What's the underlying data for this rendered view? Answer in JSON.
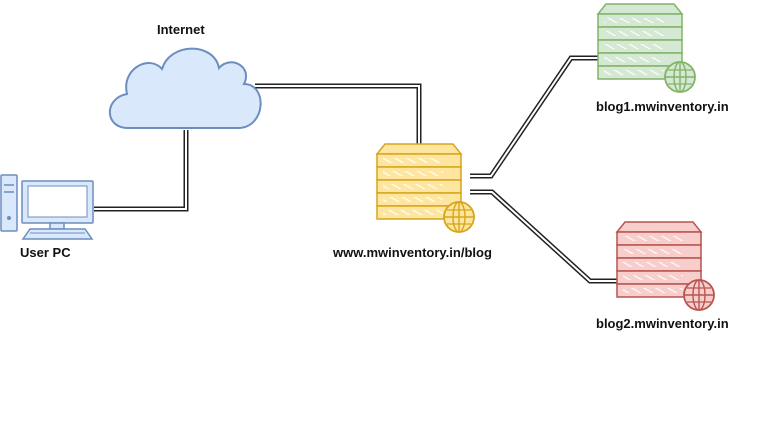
{
  "diagram": {
    "nodes": {
      "internet": {
        "label": "Internet",
        "icon": "cloud-icon",
        "fill": "#dae8fc",
        "stroke": "#6c8ebf"
      },
      "user_pc": {
        "label": "User PC",
        "icon": "desktop-computer-icon",
        "fill": "#dae8fc",
        "stroke": "#6c8ebf"
      },
      "proxy": {
        "label": "www.mwinventory.in/blog",
        "icon": "web-server-icon",
        "fill": "#ffe6a0",
        "stroke": "#d6a51a"
      },
      "blog1": {
        "label": "blog1.mwinventory.in",
        "icon": "web-server-icon",
        "fill": "#d5e8d4",
        "stroke": "#82b366"
      },
      "blog2": {
        "label": "blog2.mwinventory.in",
        "icon": "web-server-icon",
        "fill": "#f8cecc",
        "stroke": "#b85450"
      }
    },
    "edges": [
      {
        "from": "user_pc",
        "to": "internet"
      },
      {
        "from": "internet",
        "to": "proxy"
      },
      {
        "from": "proxy",
        "to": "blog1"
      },
      {
        "from": "proxy",
        "to": "blog2"
      }
    ]
  }
}
